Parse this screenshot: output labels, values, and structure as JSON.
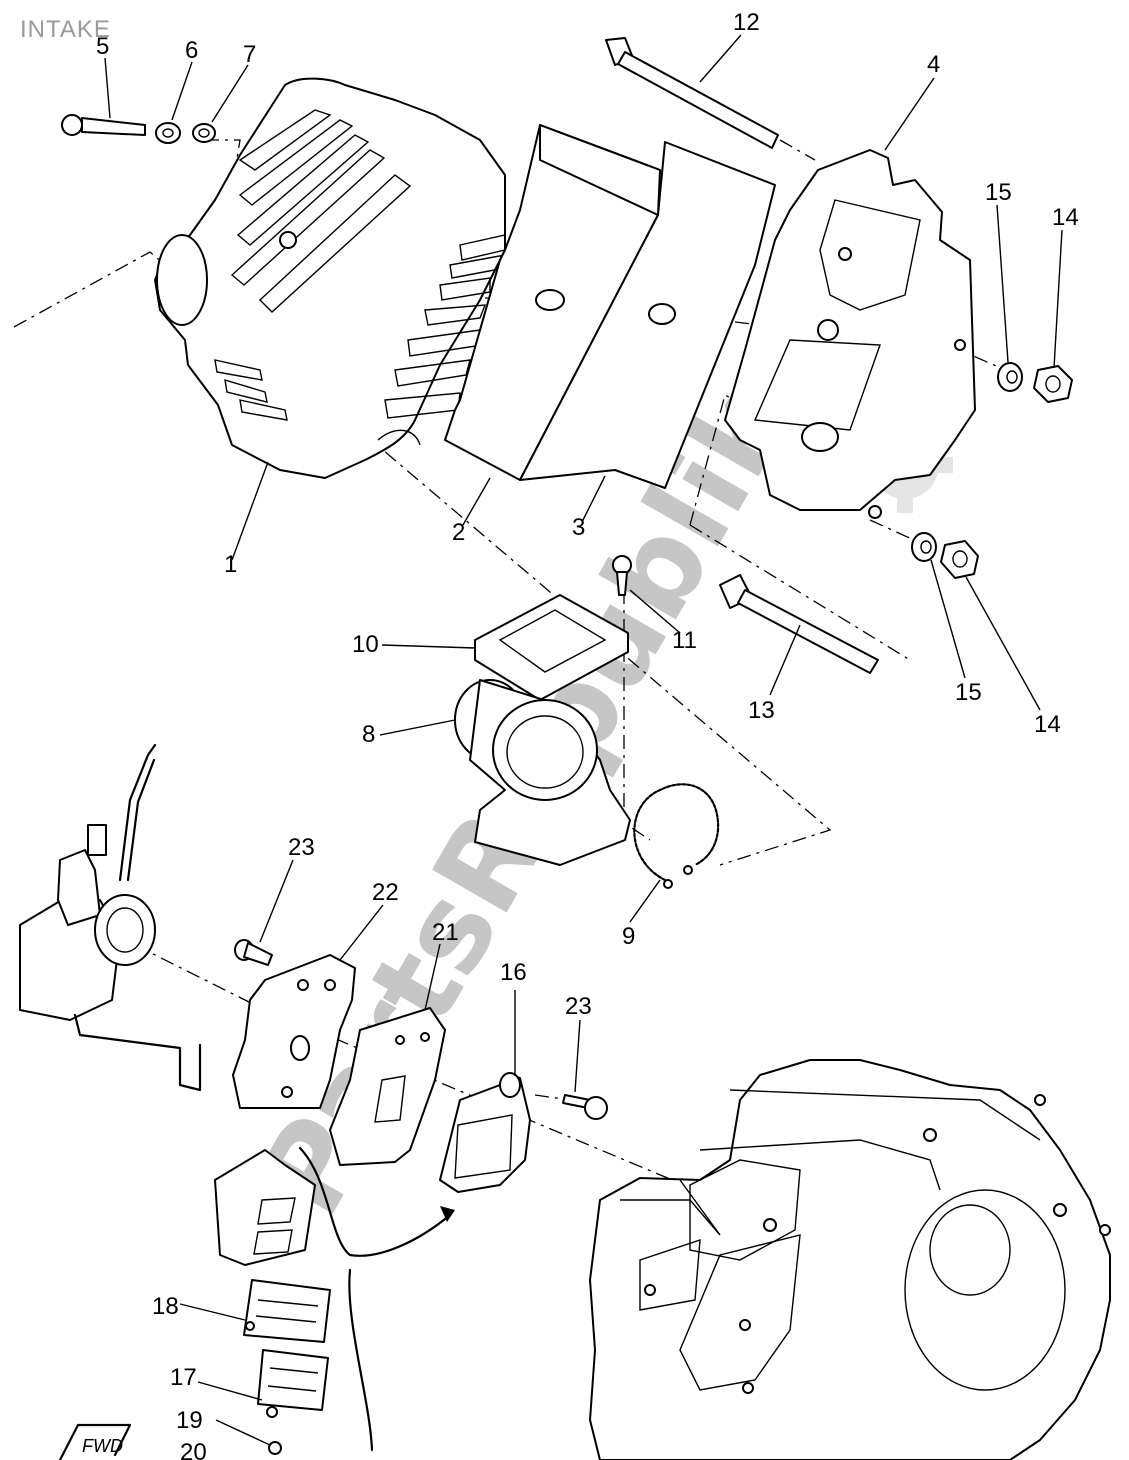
{
  "title": "INTAKE",
  "watermark": {
    "text": "PartsRepublik"
  },
  "fwd_label": "FWD",
  "callouts": [
    "1",
    "2",
    "3",
    "4",
    "5",
    "6",
    "7",
    "8",
    "9",
    "10",
    "11",
    "12",
    "13",
    "14",
    "14",
    "15",
    "15",
    "16",
    "17",
    "18",
    "19",
    "20",
    "21",
    "22",
    "23",
    "23"
  ],
  "colors": {
    "line": "#000000",
    "watermark": "#bdbdbd",
    "title": "#9a9a9a"
  }
}
